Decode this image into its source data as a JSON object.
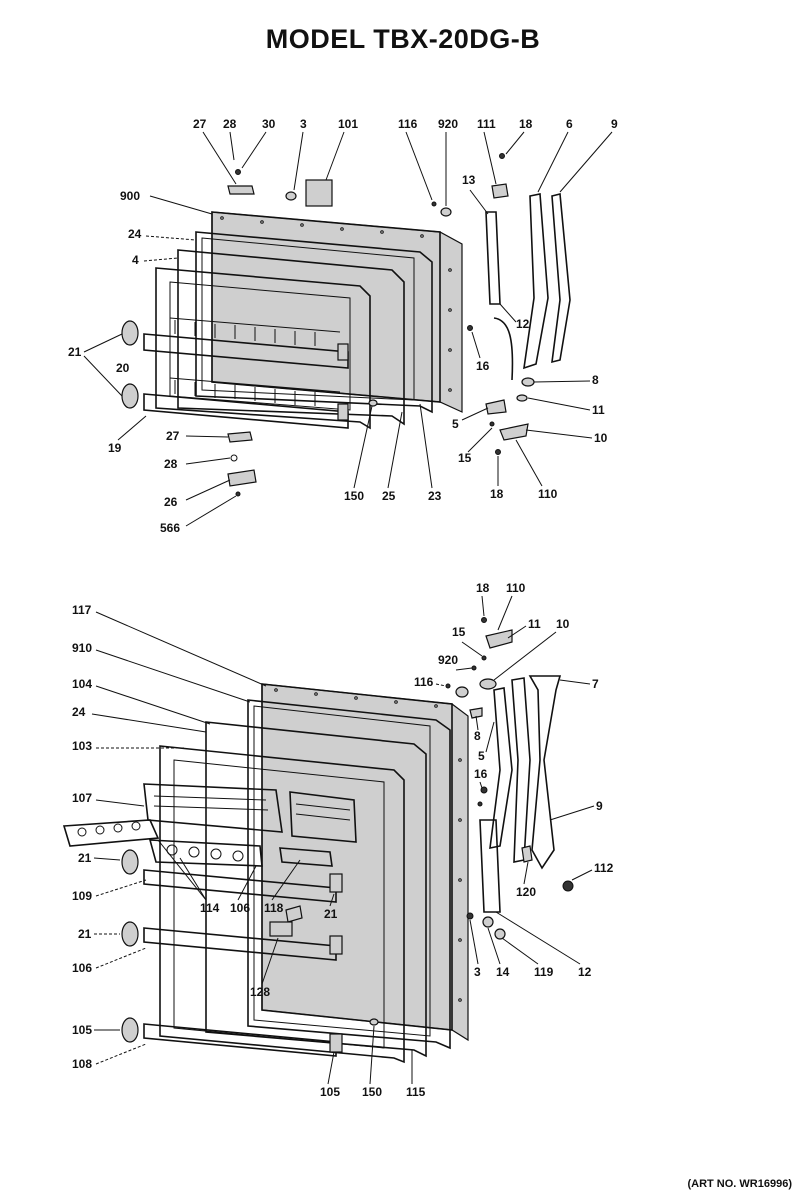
{
  "title": "MODEL TBX-20DG-B",
  "art_no": "(ART NO. WR16996)",
  "upper_labels": [
    "27",
    "28",
    "30",
    "3",
    "101",
    "116",
    "920",
    "111",
    "18",
    "6",
    "9",
    "900",
    "13",
    "24",
    "4",
    "21",
    "20",
    "12",
    "16",
    "19",
    "8",
    "11",
    "5",
    "10",
    "15",
    "18",
    "110",
    "27",
    "28",
    "26",
    "566",
    "150",
    "25",
    "23"
  ],
  "lower_labels": [
    "117",
    "910",
    "104",
    "24",
    "103",
    "107",
    "21",
    "109",
    "21",
    "106",
    "105",
    "108",
    "18",
    "110",
    "11",
    "15",
    "10",
    "920",
    "116",
    "7",
    "8",
    "5",
    "16",
    "9",
    "112",
    "120",
    "114",
    "106",
    "118",
    "21",
    "128",
    "3",
    "14",
    "119",
    "12",
    "105",
    "150",
    "115"
  ]
}
